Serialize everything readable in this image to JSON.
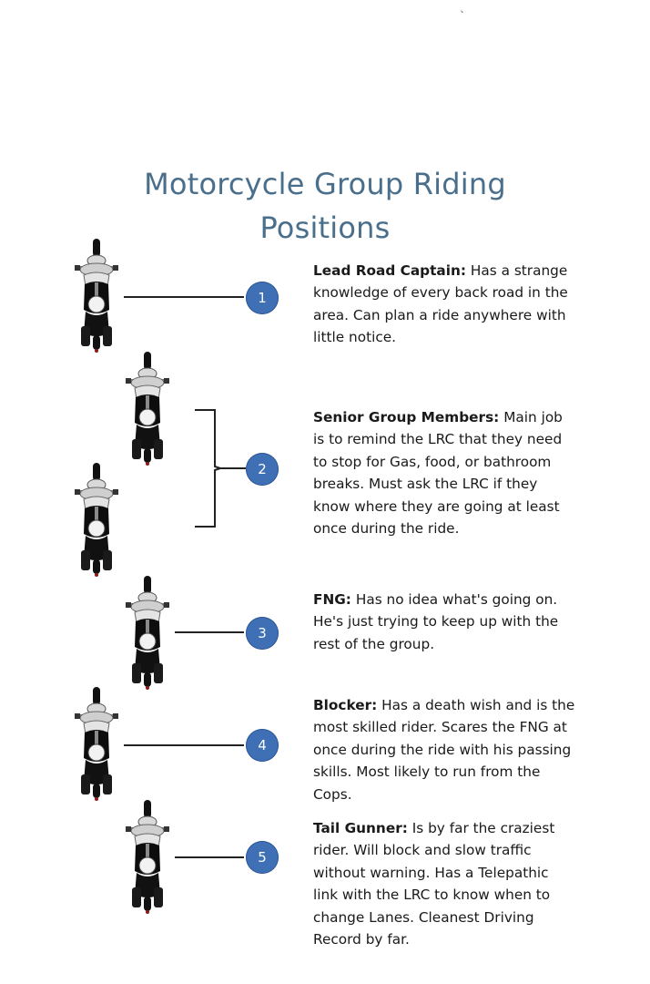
{
  "title": {
    "line1": "Motorcycle Group Riding",
    "line2": "Positions"
  },
  "positions": [
    {
      "number": "1",
      "label": "Lead Road Captain:",
      "text": "Has a strange knowledge of every back road in the area.  Can plan a ride anywhere with little notice."
    },
    {
      "number": "2",
      "label": "Senior Group Members:",
      "text": "Main job is to remind the LRC that they need to stop for Gas, food, or bathroom breaks.  Must ask the LRC if they know where they are going at least once during the ride."
    },
    {
      "number": "3",
      "label": "FNG:",
      "text": "Has no idea what's going on.  He's just trying to keep up with the rest of the group."
    },
    {
      "number": "4",
      "label": "Blocker:",
      "text": "Has a death wish and is the most skilled rider. Scares the FNG at once during the ride with his passing skills. Most likely to run from the Cops."
    },
    {
      "number": "5",
      "label": "Tail Gunner:",
      "text": "Is by far the craziest rider.  Will block and slow traffic without warning. Has a Telepathic link with the LRC to know when to change Lanes.  Cleanest Driving Record by far."
    }
  ],
  "colors": {
    "title": "#4a6f8c",
    "badge": "#3f6fb5",
    "text": "#1a1a1a"
  }
}
